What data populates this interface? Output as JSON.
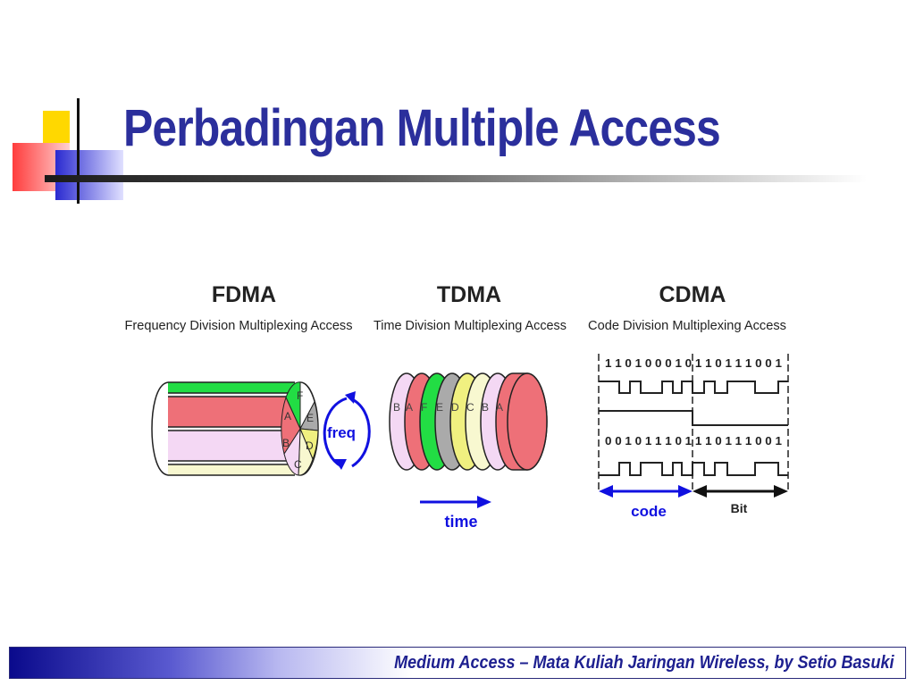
{
  "slide": {
    "title": "Perbadingan Multiple Access",
    "footer": "Medium Access – Mata Kuliah Jaringan Wireless, by Setio Basuki"
  },
  "colors": {
    "title": "#2b2f9c",
    "footer_text": "#1e2090",
    "footer_gradient_start": "#0a0a8c",
    "logo_yellow": "#ffd800",
    "logo_red": "#ff4a4a",
    "logo_blue": "#3a3ad8",
    "arrow_blue": "#1010e0"
  },
  "icons": [
    "logo-mark-icon",
    "freq-arrow-icon",
    "time-arrow-icon",
    "code-arrow-icon",
    "bit-arrow-icon"
  ],
  "fdma": {
    "title": "FDMA",
    "subtitle": "Frequency Division Multiplexing Access",
    "band_labels": [
      "A",
      "B",
      "C",
      "D",
      "E",
      "F"
    ],
    "axis_label": "freq"
  },
  "tdma": {
    "title": "TDMA",
    "subtitle": "Time Division Multiplexing Access",
    "slot_labels": [
      "B",
      "A",
      "F",
      "E",
      "D",
      "C",
      "B",
      "A"
    ],
    "axis_label": "time"
  },
  "cdma": {
    "title": "CDMA",
    "subtitle": "Code Division Multiplexing Access",
    "code_top": "1 1 0 1 0 0 0 1 0 1 1 0 1 1 1 0 0 1",
    "code_bottom": "0 0 1 0 1 1 1 0 1 1 1 0 1 1 1 0 0 1",
    "code_label": "code",
    "bit_label": "Bit"
  }
}
